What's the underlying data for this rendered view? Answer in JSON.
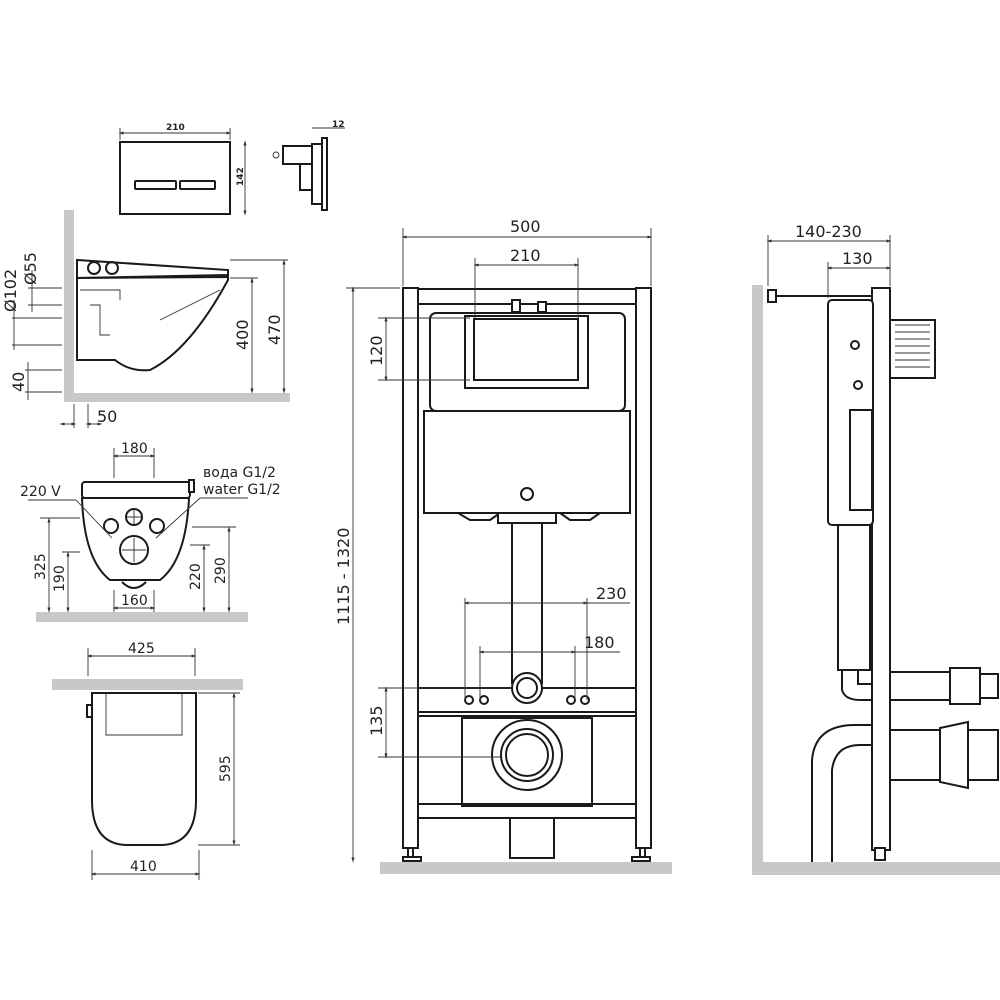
{
  "colors": {
    "line": "#1a1a1a",
    "wall": "#c8c8c8",
    "background": "#ffffff"
  },
  "flush_plate": {
    "width": "210",
    "height": "142",
    "depth": "12"
  },
  "side_bowl": {
    "d55": "Ø55",
    "d102": "Ø102",
    "h40": "40",
    "h400": "400",
    "h470": "470",
    "w50": "50"
  },
  "front_bowl": {
    "w180": "180",
    "voltage": "220 V",
    "water_ru": "вода G1/2",
    "water_en": "water G1/2",
    "h325": "325",
    "h190": "190",
    "h220": "220",
    "h290": "290",
    "w160": "160"
  },
  "top_bowl": {
    "w425": "425",
    "l595": "595",
    "w410": "410"
  },
  "frame_front": {
    "width": "500",
    "plate_width": "210",
    "plate_h": "120",
    "height_range": "1115 - 1320",
    "w230": "230",
    "w180": "180",
    "h135": "135"
  },
  "frame_side": {
    "depth_range": "140-230",
    "depth": "130"
  }
}
